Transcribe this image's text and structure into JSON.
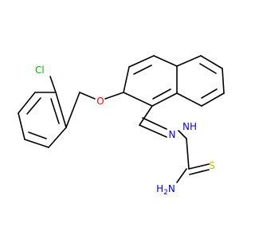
{
  "molecule": {
    "atoms": {
      "chlorine": "Cl",
      "oxygen": "O",
      "hydrazine_n1": "N",
      "hydrazine_n2_n": "N",
      "hydrazine_n2_h": "H",
      "amine_h": "H",
      "amine_h_sub": "2",
      "amine_n": "N",
      "sulfur": "S"
    },
    "colors": {
      "bond": "#000000",
      "chlorine": "#00bb00",
      "oxygen": "#ff0000",
      "nitrogen": "#0000ff",
      "sulfur": "#bbbb00"
    }
  }
}
